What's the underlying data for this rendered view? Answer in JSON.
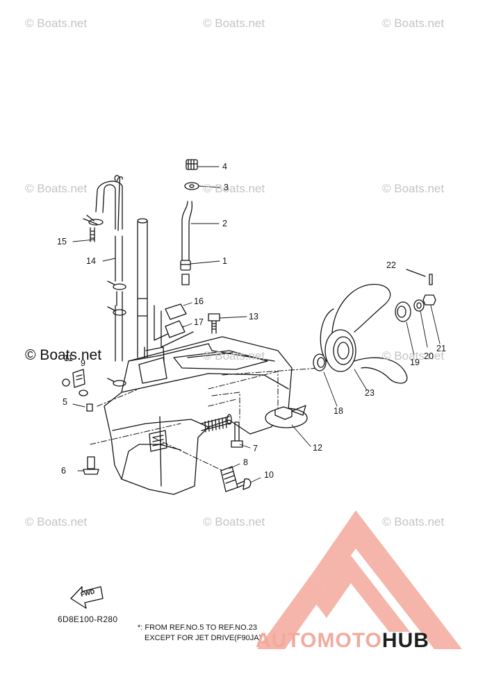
{
  "watermark": "© Boats.net",
  "diagram_code": "6D8E100-R280",
  "fwd_label": "FWD",
  "note": {
    "line1": "*: FROM REF.NO.5 TO REF.NO.23",
    "line2": "EXCEPT FOR JET DRIVE(F90JA)"
  },
  "brand": {
    "part1": "AUTOMOTO",
    "part2": "HUB",
    "accent_color": "#f2aa9e",
    "dark_color": "#1e1e1e"
  },
  "callouts": [
    {
      "id": "c1",
      "label": "1"
    },
    {
      "id": "c2",
      "label": "2"
    },
    {
      "id": "c3",
      "label": "3"
    },
    {
      "id": "c4",
      "label": "4"
    },
    {
      "id": "c5",
      "label": "5"
    },
    {
      "id": "c6",
      "label": "6"
    },
    {
      "id": "c7",
      "label": "7"
    },
    {
      "id": "c8",
      "label": "8"
    },
    {
      "id": "c9",
      "label": "9"
    },
    {
      "id": "c10",
      "label": "10"
    },
    {
      "id": "c11",
      "label": "11"
    },
    {
      "id": "c12",
      "label": "12"
    },
    {
      "id": "c13",
      "label": "13"
    },
    {
      "id": "c14",
      "label": "14"
    },
    {
      "id": "c15",
      "label": "15"
    },
    {
      "id": "c16",
      "label": "16"
    },
    {
      "id": "c17",
      "label": "17"
    },
    {
      "id": "c18",
      "label": "18"
    },
    {
      "id": "c19",
      "label": "19"
    },
    {
      "id": "c20",
      "label": "20"
    },
    {
      "id": "c21",
      "label": "21"
    },
    {
      "id": "c22",
      "label": "22"
    },
    {
      "id": "c23",
      "label": "23"
    }
  ]
}
